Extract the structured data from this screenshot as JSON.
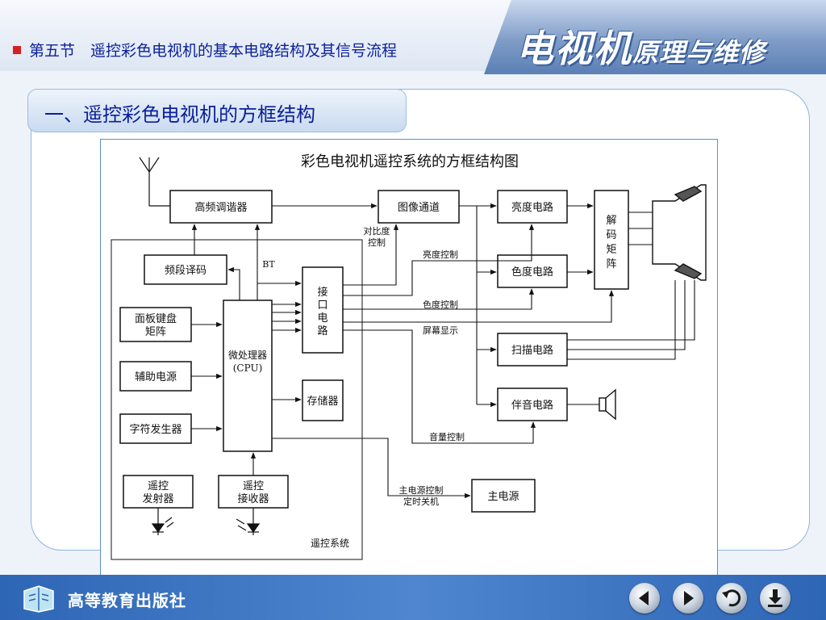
{
  "header": {
    "section_title": "第五节　遥控彩色电视机的基本电路结构及其信号流程",
    "brand_main": "电视机",
    "brand_sub": "原理与维修"
  },
  "subtitle": "一、遥控彩色电视机的方框结构",
  "diagram": {
    "title": "彩色电视机遥控系统的方框结构图",
    "blocks": {
      "tuner": "高频调谐器",
      "image_channel": "图像通道",
      "brightness": "亮度电路",
      "chroma": "色度电路",
      "decode_matrix": [
        "解",
        "码",
        "矩",
        "阵"
      ],
      "band_decoder": "频段译码",
      "panel_keyboard": [
        "面板键盘",
        "矩阵"
      ],
      "aux_power": "辅助电源",
      "char_gen": "字符发生器",
      "cpu": [
        "微处理器",
        "(CPU)"
      ],
      "interface": [
        "接",
        "口",
        "电",
        "路"
      ],
      "memory": "存储器",
      "scan": "扫描电路",
      "audio": "伴音电路",
      "main_power": "主电源",
      "rc_transmitter": [
        "遥控",
        "发射器"
      ],
      "rc_receiver": [
        "遥控",
        "接收器"
      ]
    },
    "labels": {
      "contrast": [
        "对比度",
        "控制"
      ],
      "brightness_ctrl": "亮度控制",
      "chroma_ctrl": "色度控制",
      "osd": "屏幕显示",
      "volume": "音量控制",
      "power_ctrl": [
        "主电源控制",
        "定时关机"
      ],
      "bt": "BT",
      "remote_system": "遥控系统"
    }
  },
  "footer": {
    "publisher": "高等教育出版社"
  },
  "nav": {
    "prev_icon": "arrow-left-icon",
    "next_icon": "arrow-right-icon",
    "return_icon": "return-arrow-icon",
    "download_icon": "download-icon"
  }
}
